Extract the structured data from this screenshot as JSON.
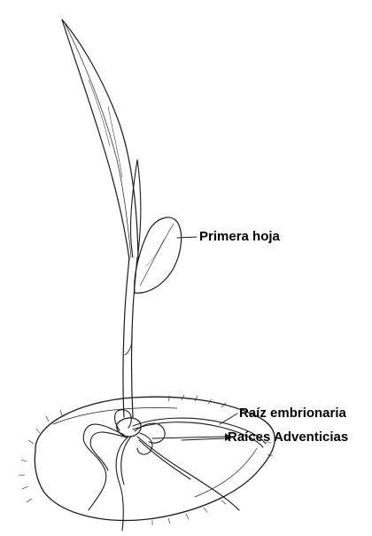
{
  "labels": {
    "primera_hoja": "Primera hoja",
    "raiz_embrionaria": "Raíz embrionaria",
    "raices_adventicias": "Raíces Adventicias"
  },
  "colors": {
    "ink": "#1a1a1a",
    "background": "#ffffff"
  }
}
